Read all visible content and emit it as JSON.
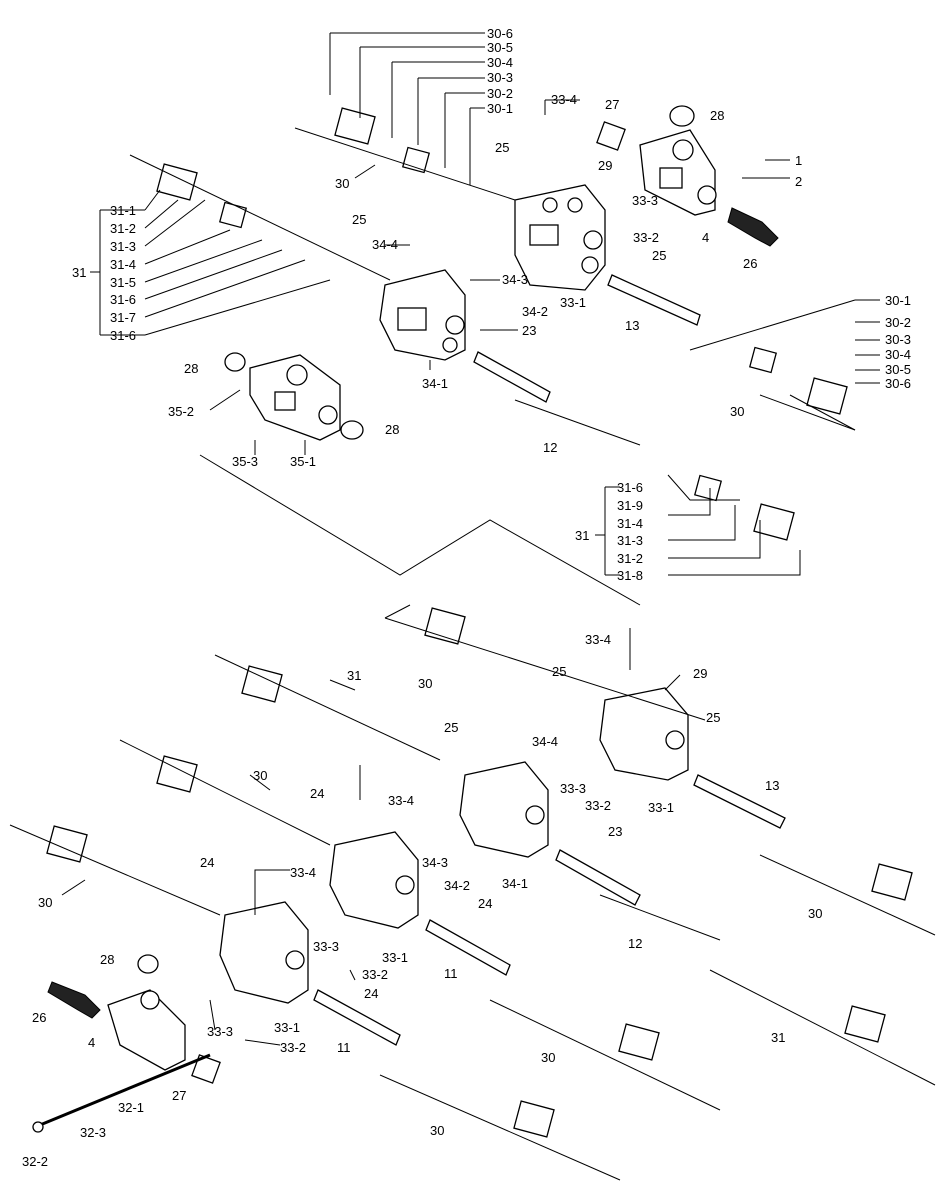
{
  "labels": {
    "l30_6a": "30-6",
    "l30_5a": "30-5",
    "l30_4a": "30-4",
    "l30_3a": "30-3",
    "l30_2a": "30-2",
    "l30_1a": "30-1",
    "l30a": "30",
    "l33_4a": "33-4",
    "l27a": "27",
    "l28a": "28",
    "l1": "1",
    "l2": "2",
    "l29a": "29",
    "l25a": "25",
    "l33_3a": "33-3",
    "l33_2a": "33-2",
    "l4a": "4",
    "l26a": "26",
    "l25b": "25",
    "l33_1a": "33-1",
    "l13a": "13",
    "l31_1a": "31-1",
    "l31_2a": "31-2",
    "l31_3a": "31-3",
    "l31_4a": "31-4",
    "l31_5a": "31-5",
    "l31_6a": "31-6",
    "l31_7a": "31-7",
    "l31_6b": "31-6",
    "l31a": "31",
    "l25c": "25",
    "l34_4a": "34-4",
    "l34_3a": "34-3",
    "l34_2a": "34-2",
    "l23a": "23",
    "l34_1a": "34-1",
    "l28b": "28",
    "l35_2": "35-2",
    "l35_3": "35-3",
    "l35_1": "35-1",
    "l28c": "28",
    "l12a": "12",
    "l30_1b": "30-1",
    "l30_2b": "30-2",
    "l30_3b": "30-3",
    "l30_4b": "30-4",
    "l30_5b": "30-5",
    "l30_6b": "30-6",
    "l30b": "30",
    "l31_6c": "31-6",
    "l31_9": "31-9",
    "l31_4b": "31-4",
    "l31_3b": "31-3",
    "l31_2b": "31-2",
    "l31_8": "31-8",
    "l31b": "31",
    "l33_4b": "33-4",
    "l29b": "29",
    "l30c": "30",
    "l25d": "25",
    "l25e": "25",
    "l31c": "31",
    "l25f": "25",
    "l34_4b": "34-4",
    "l13b": "13",
    "l30d": "30",
    "l33_3b": "33-3",
    "l33_2b": "33-2",
    "l33_1b": "33-1",
    "l24a": "24",
    "l33_4c": "33-4",
    "l23b": "23",
    "l34_3b": "34-3",
    "l34_2b": "34-2",
    "l34_1b": "34-1",
    "l30e": "30",
    "l24b": "24",
    "l33_4d": "33-4",
    "l24c": "24",
    "l33_3c": "33-3",
    "l33_1c": "33-1",
    "l12b": "12",
    "l33_2c": "33-2",
    "l11a": "11",
    "l30f": "30",
    "l28d": "28",
    "l24d": "24",
    "l26b": "26",
    "l33_3d": "33-3",
    "l4b": "4",
    "l33_1d": "33-1",
    "l33_2d": "33-2",
    "l11b": "11",
    "l30g": "30",
    "l31d": "31",
    "l27b": "27",
    "l32_1": "32-1",
    "l32_3": "32-3",
    "l32_2": "32-2",
    "l30h": "30"
  }
}
